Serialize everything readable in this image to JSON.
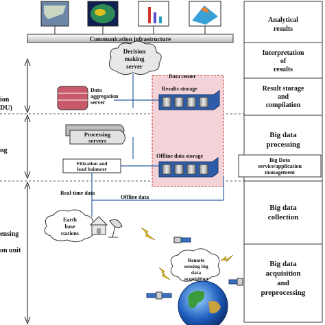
{
  "comm_bar": {
    "label": "Communication infrastructure"
  },
  "decision": {
    "label_lines": [
      "Decision",
      "making",
      "server"
    ]
  },
  "data_center": {
    "label": "Data center"
  },
  "results_storage": {
    "label": "Results storage"
  },
  "offline_storage": {
    "label": "Offline data storage"
  },
  "aggregation": {
    "label_lines": [
      "Data",
      "aggregation",
      "server"
    ]
  },
  "processing": {
    "label_lines": [
      "Processing",
      "servers"
    ]
  },
  "filtration": {
    "label_lines": [
      "Filtration and",
      "load balancer"
    ]
  },
  "flows": {
    "realtime": "Real-time data",
    "offline": "Offline data"
  },
  "earth_stations": {
    "label_lines": [
      "Earth",
      "base",
      "stations"
    ]
  },
  "remote_sensing": {
    "label_lines": [
      "Remote",
      "sensing big",
      "data",
      "acquisition"
    ]
  },
  "left_labels": {
    "a": "ion",
    "b": "DU)",
    "c": "ng",
    "d": "ensing",
    "e": "on unit"
  },
  "right_panel": {
    "analytical": [
      "Analytical",
      "results"
    ],
    "interpretation": [
      "Interpretation",
      "of",
      "results"
    ],
    "storage": [
      "Result storage",
      "and",
      "compilation"
    ],
    "processing": [
      "Big data",
      "processing"
    ],
    "service": [
      "Big Data",
      "service/application",
      "management"
    ],
    "collection": [
      "Big data",
      "collection"
    ],
    "acquisition": [
      "Big data",
      "acquisition",
      "and",
      "preprocessing"
    ]
  },
  "colors": {
    "datacenter_fill": "#f4d3d8",
    "datacenter_border": "#c0392b",
    "line": "#2b5da8",
    "bar": "#cfcfcf"
  }
}
